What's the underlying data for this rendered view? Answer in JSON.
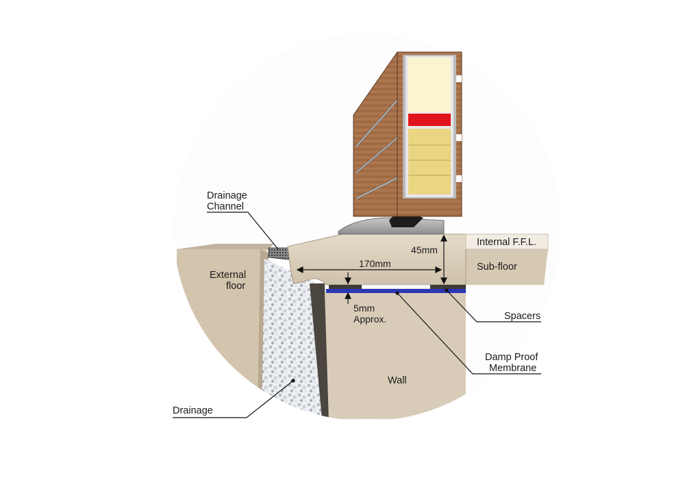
{
  "diagram": {
    "labels": {
      "drainage_channel": [
        "Drainage",
        "Channel"
      ],
      "external_floor": [
        "External",
        "floor"
      ],
      "drainage": "Drainage",
      "internal_ffl": "Internal F.F.L.",
      "sub_floor": "Sub-floor",
      "spacers": "Spacers",
      "damp_proof_membrane": [
        "Damp Proof",
        "Membrane"
      ],
      "wall": "Wall"
    },
    "dimensions": {
      "height": "45mm",
      "width": "170mm",
      "gap": [
        "5mm",
        "Approx."
      ]
    },
    "colors": {
      "background": "#ffffff",
      "clip_circle": "#fcfcfc",
      "stone": "#d9cdb9",
      "stone_dark": "#b9ab95",
      "wall": "#dacfbc",
      "earth": "#cbb9a1",
      "timber": "#a77149",
      "timber_dark": "#6e452b",
      "insulation": "#ead582",
      "insulation_light": "#faf5cf",
      "seal_red": "#e0141b",
      "membrane_blue": "#2b36b8",
      "gravel": "#c9ced5",
      "leader": "#111111"
    }
  }
}
